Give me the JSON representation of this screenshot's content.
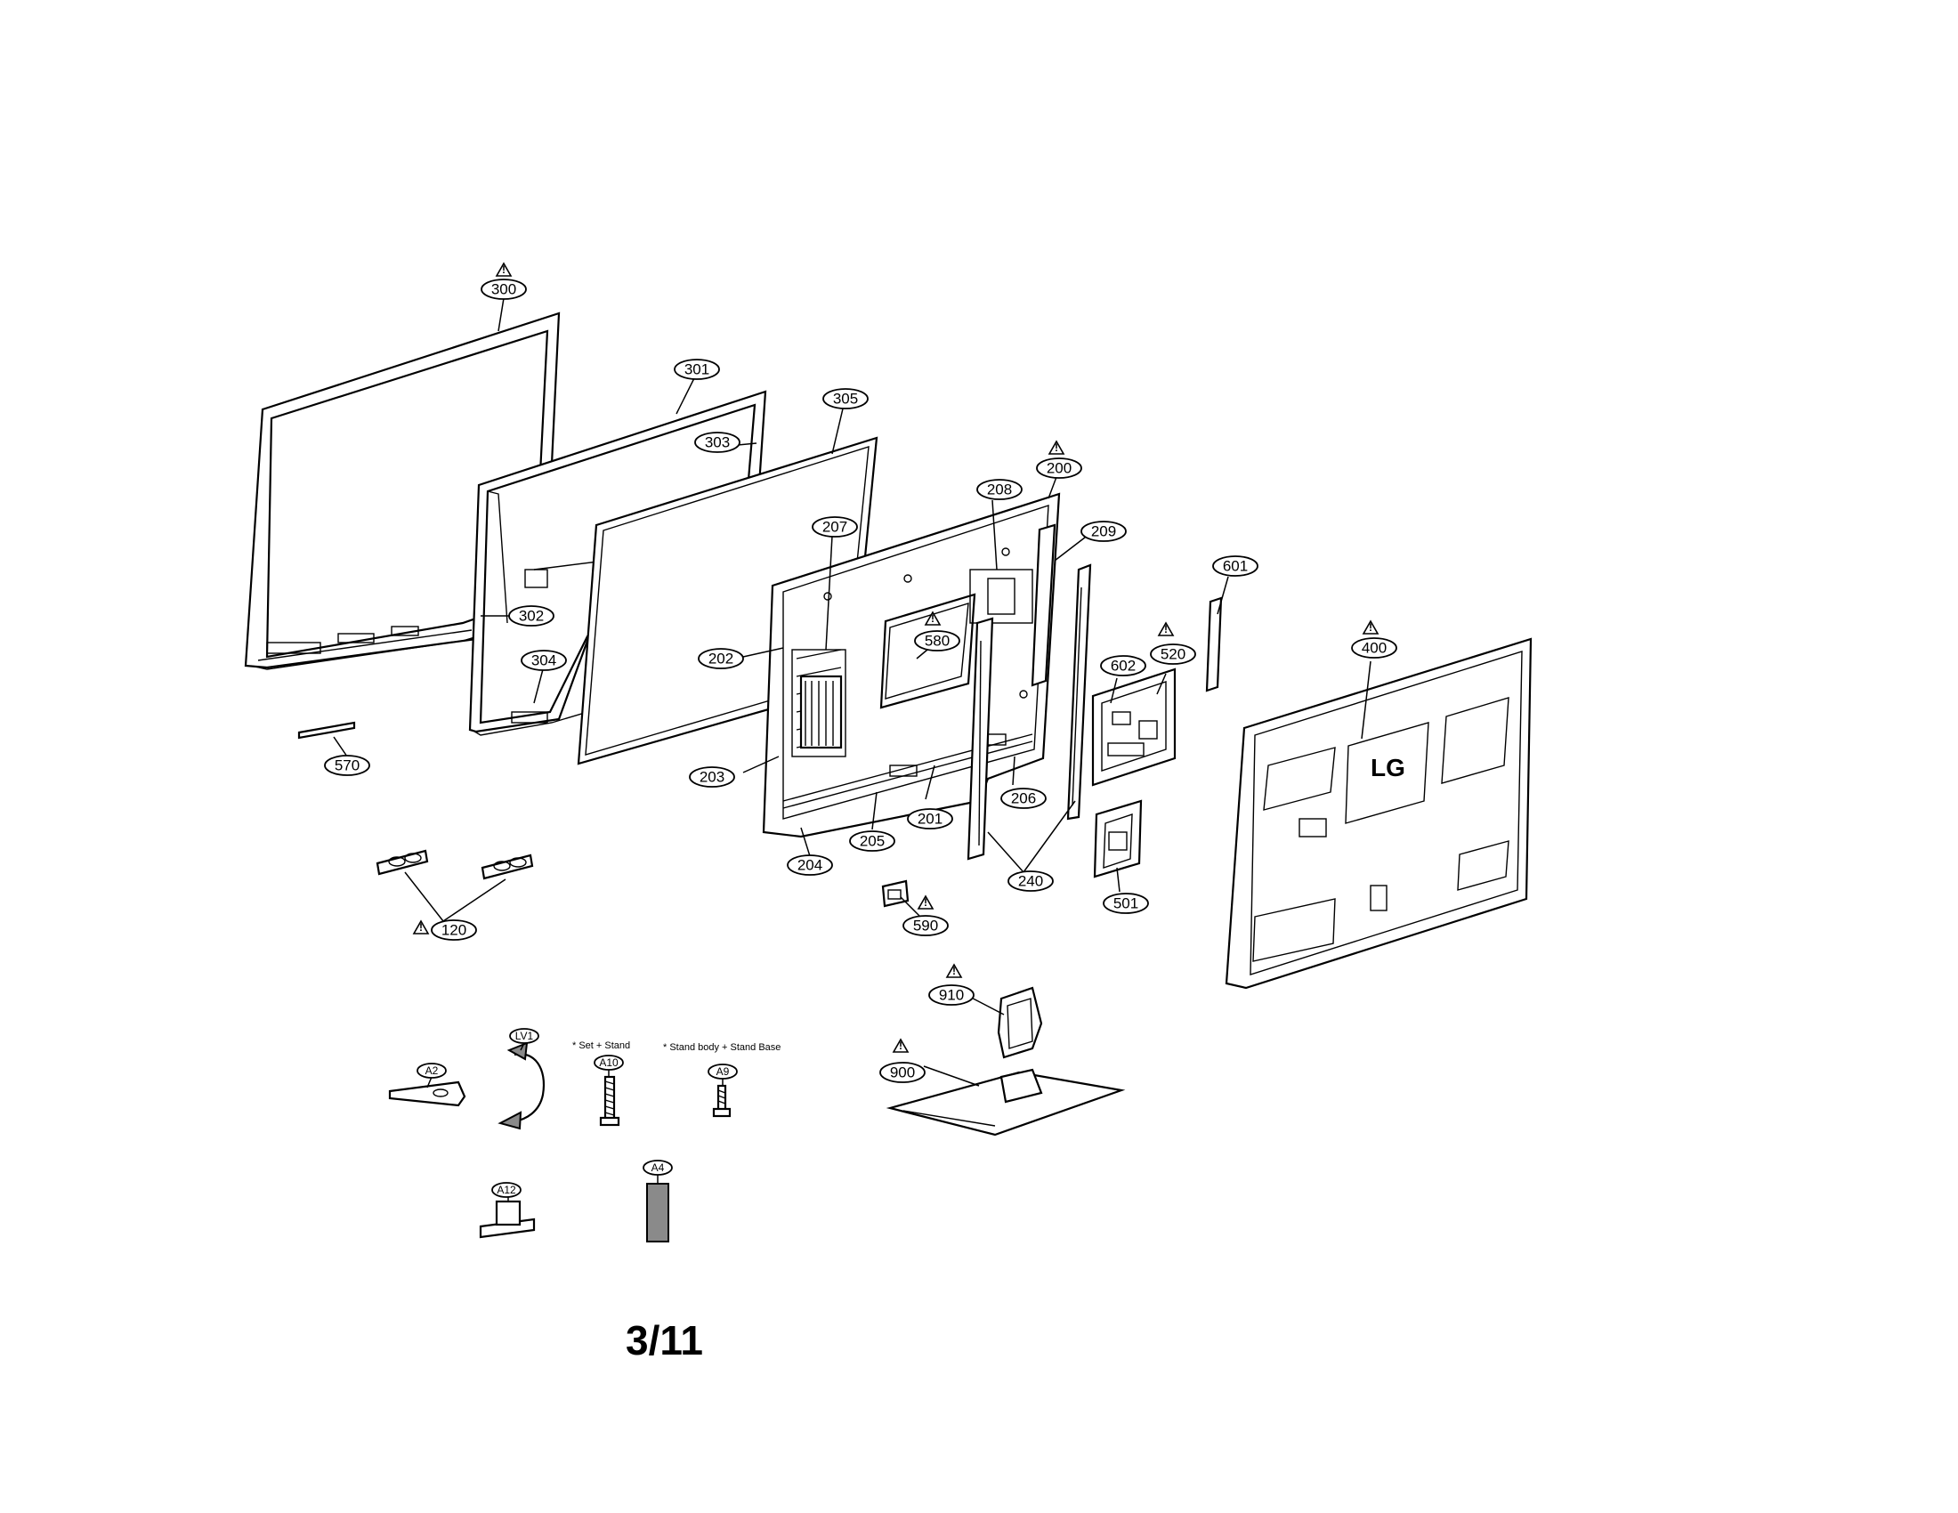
{
  "callouts": {
    "c300": "300",
    "c301": "301",
    "c303": "303",
    "c305": "305",
    "c302": "302",
    "c304": "304",
    "c570": "570",
    "c120": "120",
    "c207": "207",
    "c202": "202",
    "c203": "203",
    "c204": "204",
    "c205": "205",
    "c201": "201",
    "c580": "580",
    "c208": "208",
    "c200": "200",
    "c209": "209",
    "c206": "206",
    "c240": "240",
    "c590": "590",
    "c601": "601",
    "c602": "602",
    "c520": "520",
    "c501": "501",
    "c400": "400",
    "c910": "910",
    "c900": "900",
    "cLV1": "LV1",
    "cA2": "A2",
    "cA10": "A10",
    "cA9": "A9",
    "cA12": "A12",
    "cA4": "A4"
  },
  "warning_symbol": "!",
  "notes": {
    "set_stand": "* Set + Stand",
    "stand_body_base": "* Stand body + Stand Base"
  },
  "logo_text": "LG",
  "page_number": "3/11"
}
